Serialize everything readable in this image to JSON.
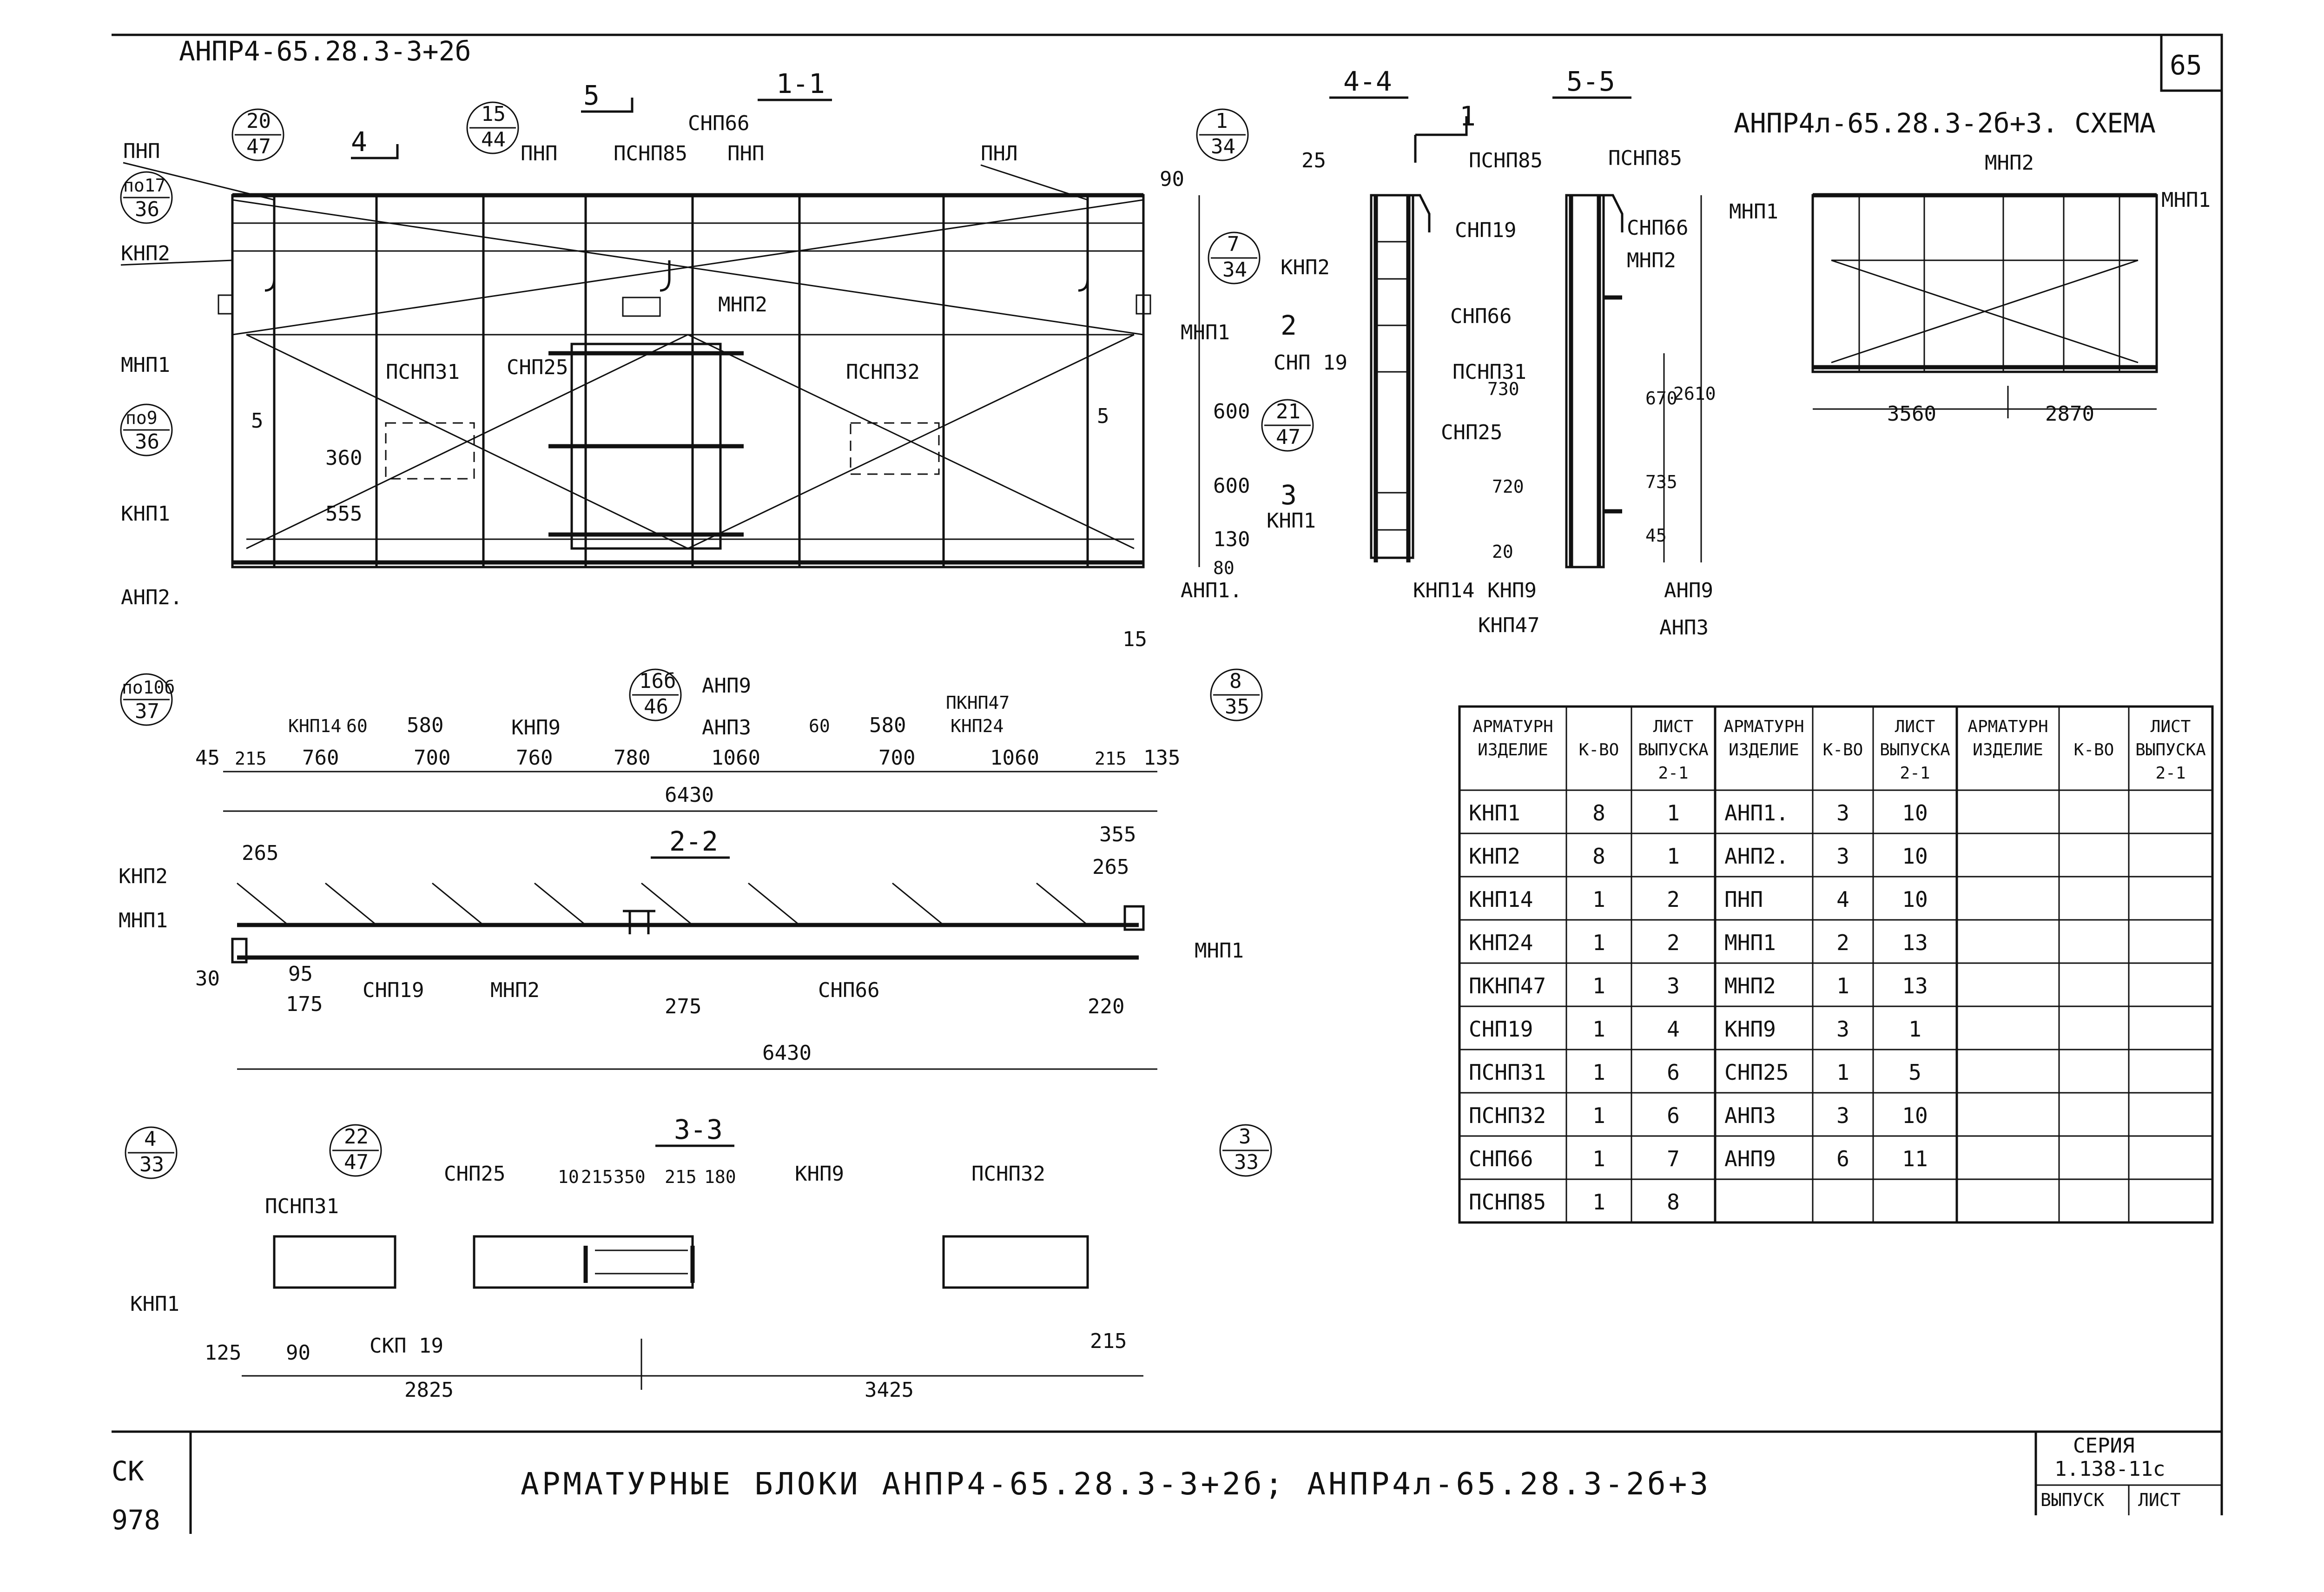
{
  "drawing": {
    "sheet_number": "65",
    "top_title": "АНПР4-65.28.3-3+2б",
    "scheme_title": "АНПР4л-65.28.3-2б+3. СХЕМА",
    "bottom_title": "АРМАТУРНЫЕ БЛОКИ АНПР4-65.28.3-3+2б; АНПР4л-65.28.3-2б+3",
    "left_stamp_top": "СК",
    "left_stamp_bottom": "978",
    "series_label": "СЕРИЯ",
    "series_value": "1.138-11с",
    "issue_label": "ВЫПУСК",
    "sheet_label": "ЛИСТ"
  },
  "sections": {
    "s11": "1-1",
    "s22": "2-2",
    "s33": "3-3",
    "s44": "4-4",
    "s55": "5-5"
  },
  "cut_marks": [
    "4",
    "5",
    "1",
    "2",
    "3"
  ],
  "callouts": [
    {
      "top": "20",
      "bottom": "47"
    },
    {
      "top": "15",
      "bottom": "44"
    },
    {
      "top": "1",
      "bottom": "34"
    },
    {
      "top": "7",
      "bottom": "34"
    },
    {
      "top": "21",
      "bottom": "47"
    },
    {
      "top": "по17",
      "bottom": "36"
    },
    {
      "top": "по9",
      "bottom": "36"
    },
    {
      "top": "по10б",
      "bottom": "37"
    },
    {
      "top": "16б",
      "bottom": "46"
    },
    {
      "top": "8",
      "bottom": "35"
    },
    {
      "top": "4",
      "bottom": "33"
    },
    {
      "top": "22",
      "bottom": "47"
    },
    {
      "top": "3",
      "bottom": "33"
    }
  ],
  "labels_11": {
    "pnp_left": "ПНП",
    "pnp_mid": "ПНП",
    "pnp_mid2": "ПНП",
    "pnp_right": "ПНЛ",
    "knp2": "КНП2",
    "mnp1_left": "МНП1",
    "knp1": "КНП1",
    "anp2": "АНП2.",
    "psnp85": "ПСНП85",
    "snp66": "СНП66",
    "mnp2": "МНП2",
    "mnp1_right": "МНП1",
    "psnp31": "ПСНП31",
    "snp25": "СНП25",
    "psnp32": "ПСНП32",
    "anp1": "АНП1.",
    "knp14": "КНП14",
    "knp9": "КНП9",
    "anp9": "АНП9",
    "anp3": "АНП3",
    "pknp47": "ПКНП47",
    "knp24": "КНП24"
  },
  "dims_11": {
    "d90": "90",
    "d600a": "600",
    "d600b": "600",
    "d130": "130",
    "d80": "80",
    "d15": "15",
    "d5a": "5",
    "d5b": "5",
    "d555": "555",
    "d360": "360",
    "sub_60a": "60",
    "sub_580a": "580",
    "sub_60b": "60",
    "sub_580b": "580",
    "chain": [
      "45",
      "215",
      "760",
      "700",
      "760",
      "780",
      "1060",
      "700",
      "1060",
      "215",
      "135"
    ],
    "total": "6430"
  },
  "labels_44": {
    "d25": "25",
    "psnp85": "ПСНП85",
    "knp2": "КНП2",
    "snp66": "СНП66",
    "snp19": "СНП 19",
    "psnp31": "ПСНП31",
    "snp25": "СНП25",
    "knp1": "КНП1",
    "knp14": "КНП14",
    "knp9": "КНП9",
    "knp47": "КНП47",
    "d730": "730",
    "d720": "720",
    "d20": "20"
  },
  "labels_55": {
    "psnp85": "ПСНП85",
    "snp19": "СНП19",
    "snp66": "СНП66",
    "mnp2": "МНП2",
    "anp9": "АНП9",
    "anp3": "АНП3",
    "d670": "670",
    "d2610": "2610",
    "d735": "735",
    "d45": "45"
  },
  "labels_scheme": {
    "mnp1_left": "МНП1",
    "mnp2": "МНП2",
    "mnp1_right": "МНП1",
    "d3560": "3560",
    "d2870": "2870"
  },
  "labels_22": {
    "knp2": "КНП2",
    "mnp1_left": "МНП1",
    "mnp1_right": "МНП1",
    "snp19": "СНП19",
    "mnp2": "МНП2",
    "snp66": "СНП66",
    "d265a": "265",
    "d355": "355",
    "d265b": "265",
    "d30": "30",
    "d95": "95",
    "d175": "175",
    "d275": "275",
    "d220": "220",
    "total": "6430"
  },
  "labels_33": {
    "psnp31": "ПСНП31",
    "snp25": "СНП25",
    "knp9": "КНП9",
    "psnp32": "ПСНП32",
    "knp1": "КНП1",
    "snp19": "СКП 19",
    "d10": "10",
    "d215a": "215",
    "d350": "350",
    "d215b": "215",
    "d180": "180",
    "d125": "125",
    "d90": "90",
    "d215c": "215",
    "d2825": "2825",
    "d3425": "3425"
  },
  "spec_table": {
    "headers": [
      [
        "АРМАТУРН",
        "ИЗДЕЛИЕ"
      ],
      [
        "К-ВО"
      ],
      [
        "ЛИСТ",
        "ВЫПУСКА",
        "2-1"
      ],
      [
        "АРМАТУРН",
        "ИЗДЕЛИЕ"
      ],
      [
        "К-ВО"
      ],
      [
        "ЛИСТ",
        "ВЫПУСКА",
        "2-1"
      ],
      [
        "АРМАТУРН",
        "ИЗДЕЛИЕ"
      ],
      [
        "К-ВО"
      ],
      [
        "ЛИСТ",
        "ВЫПУСКА",
        "2-1"
      ]
    ],
    "rows": [
      [
        "КНП1",
        "8",
        "1",
        "АНП1.",
        "3",
        "10",
        "",
        "",
        ""
      ],
      [
        "КНП2",
        "8",
        "1",
        "АНП2.",
        "3",
        "10",
        "",
        "",
        ""
      ],
      [
        "КНП14",
        "1",
        "2",
        "ПНП",
        "4",
        "10",
        "",
        "",
        ""
      ],
      [
        "КНП24",
        "1",
        "2",
        "МНП1",
        "2",
        "13",
        "",
        "",
        ""
      ],
      [
        "ПКНП47",
        "1",
        "3",
        "МНП2",
        "1",
        "13",
        "",
        "",
        ""
      ],
      [
        "СНП19",
        "1",
        "4",
        "КНП9",
        "3",
        "1",
        "",
        "",
        ""
      ],
      [
        "ПСНП31",
        "1",
        "6",
        "СНП25",
        "1",
        "5",
        "",
        "",
        ""
      ],
      [
        "ПСНП32",
        "1",
        "6",
        "АНП3",
        "3",
        "10",
        "",
        "",
        ""
      ],
      [
        "СНП66",
        "1",
        "7",
        "АНП9",
        "6",
        "11",
        "",
        "",
        ""
      ],
      [
        "ПСНП85",
        "1",
        "8",
        "",
        "",
        "",
        "",
        "",
        ""
      ]
    ]
  }
}
